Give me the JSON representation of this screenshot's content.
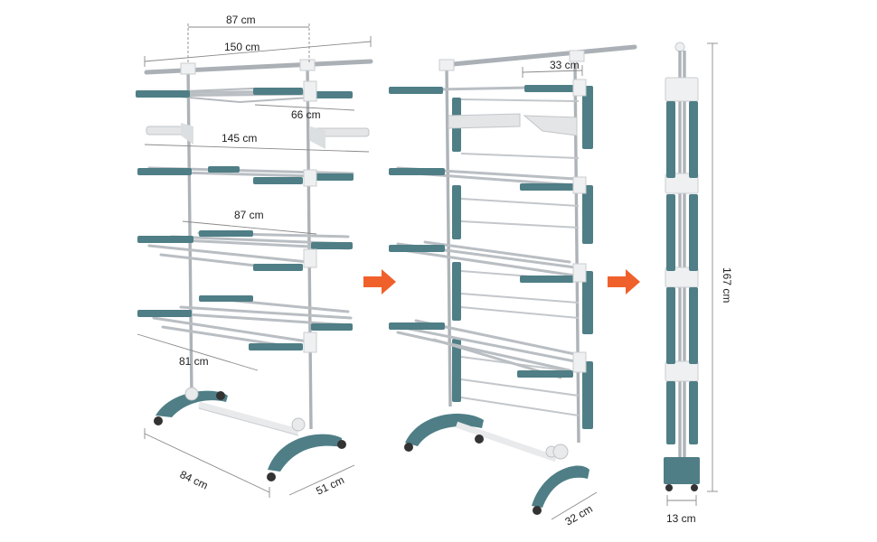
{
  "colors": {
    "frame": "#4f7e86",
    "frame_dark": "#3f6a71",
    "steel": "#b9bec3",
    "plastic": "#e9ebec",
    "arrow": "#f0602b",
    "text": "#222222"
  },
  "views": {
    "unfolded": {
      "dims": {
        "top_inner": "87 cm",
        "top_full": "150 cm",
        "wing_shelf1": "66 cm",
        "shelf2": "145 cm",
        "shelf3": "87 cm",
        "shelf4": "81 cm",
        "base_length": "84 cm",
        "base_depth": "51 cm"
      }
    },
    "half_folded": {
      "dims": {
        "top_wing": "33 cm",
        "base_depth": "32 cm"
      }
    },
    "folded": {
      "dims": {
        "height": "167 cm",
        "thickness": "13 cm"
      }
    }
  },
  "arrows": [
    "right-arrow-1",
    "right-arrow-2"
  ]
}
